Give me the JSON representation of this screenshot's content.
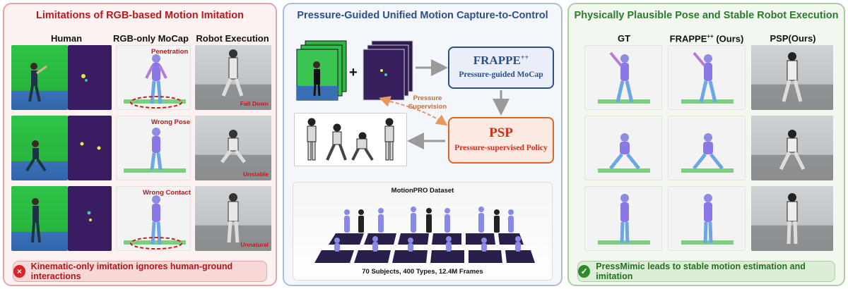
{
  "left": {
    "title": "Limitations of RGB-based Motion Imitation",
    "col_human": "Human",
    "col_mocap": "RGB-only MoCap",
    "col_robot": "Robot Execution",
    "row_labels": [
      "Penetration",
      "Wrong Pose",
      "Wrong Contact"
    ],
    "fail_labels": [
      "Fall Down",
      "Unstable",
      "Unnatural"
    ],
    "note": "Kinematic-only imitation ignores human-ground interactions",
    "note_icon": "×",
    "accent": "#b8191b"
  },
  "middle": {
    "title": "Pressure-Guided Unified Motion Capture-to-Control",
    "plus": "+",
    "frappe_title": "FRAPPE",
    "frappe_sup": "++",
    "frappe_sub": "Pressure-guided MoCap",
    "psp_title": "PSP",
    "psp_sub": "Pressure-supervised Policy",
    "pressure_label_1": "Pressure",
    "pressure_label_2": "Supervision",
    "dataset_title": "MotionPRO Dataset",
    "dataset_stats": "70 Subjects, 400 Types, 12.4M Frames",
    "accent": "#2c4f86"
  },
  "right": {
    "title": "Physically Plausible Pose and Stable Robot Execution",
    "col_gt": "GT",
    "col_frappe": "FRAPPE",
    "col_frappe_sup": "++",
    "col_frappe_suffix": " (Ours)",
    "col_psp": "PSP(Ours)",
    "note": "PressMimic leads to stable motion estimation and imitation",
    "note_icon": "✓",
    "accent": "#2b7a2a"
  }
}
